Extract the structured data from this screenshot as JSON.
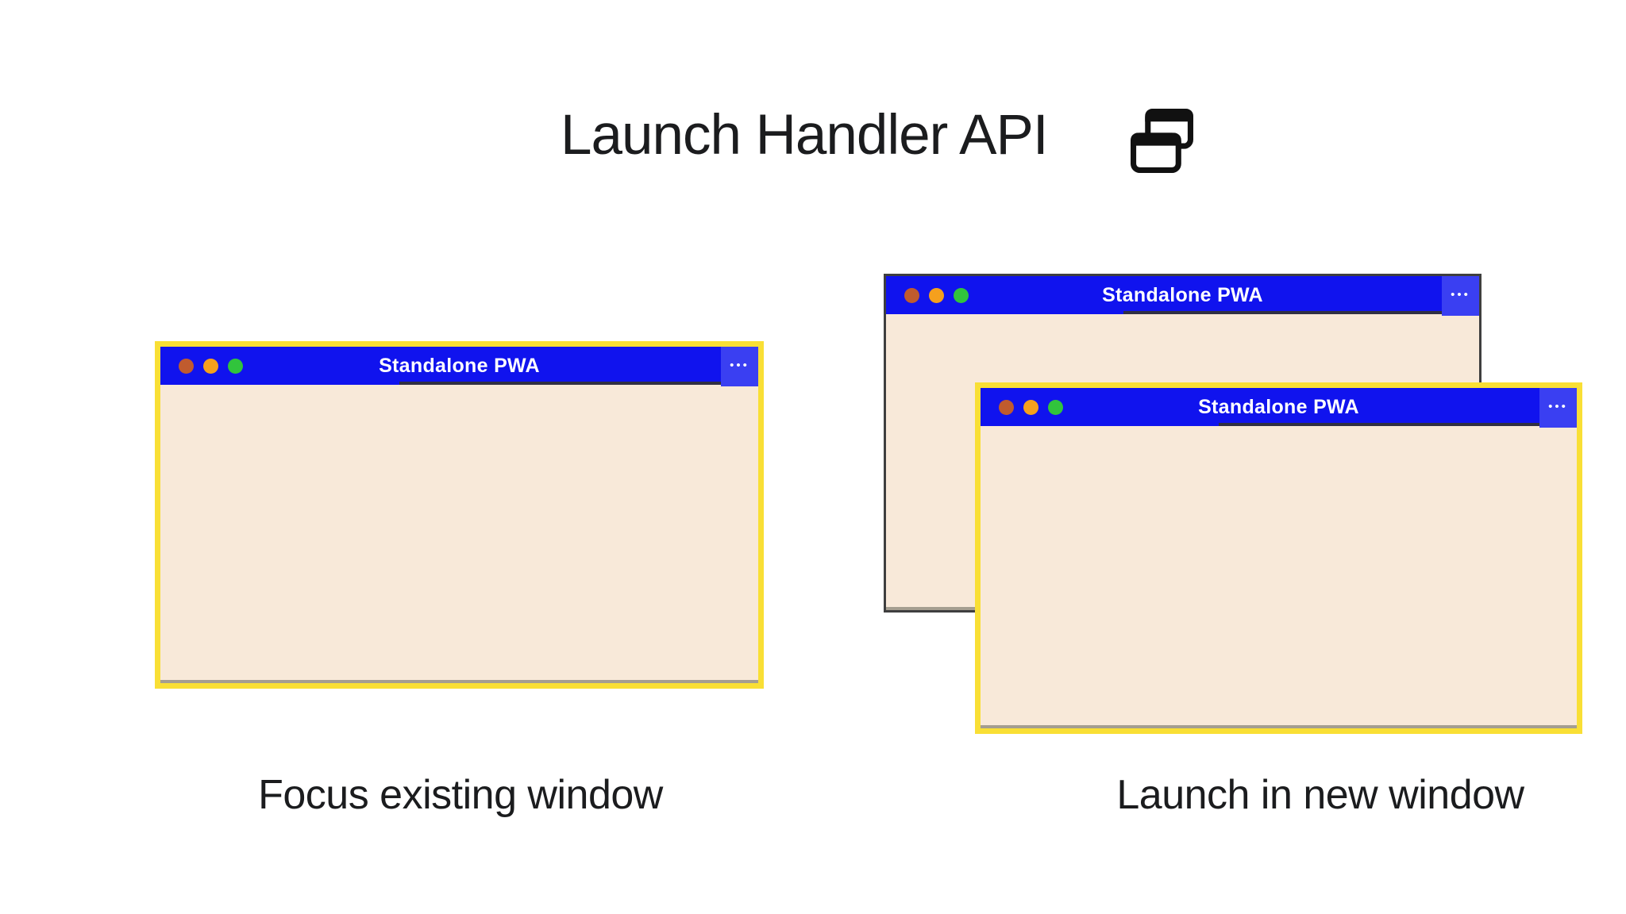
{
  "header": {
    "title": "Launch Handler API",
    "title_icon": "overlapping-windows-icon"
  },
  "window": {
    "title": "Standalone PWA",
    "traffic_lights": [
      "close",
      "minimize",
      "maximize"
    ]
  },
  "icons": {
    "ellipsis": "•••"
  },
  "captions": {
    "left": "Focus existing window",
    "right": "Launch in new window"
  },
  "colors": {
    "titlebar_blue": "#1013ee",
    "more_blue": "#3a3ff2",
    "content_cream": "#f8e9d9",
    "highlight_yellow": "#f9df35",
    "window_border_dark": "#3f3f3f",
    "dot_red": "#c05b2e",
    "dot_orange": "#f5a01d",
    "dot_green": "#31c43c",
    "text_dark": "#1b1c1e",
    "shade_dark": "#34332c",
    "inner_line_gray": "#a59e90"
  }
}
